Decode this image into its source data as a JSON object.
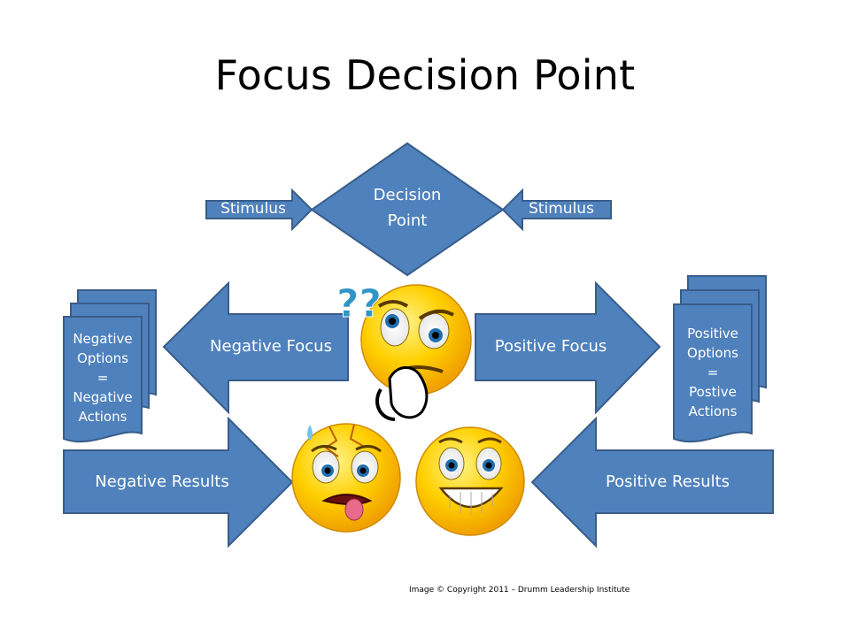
{
  "title": "Focus Decision Point",
  "decision_point": {
    "line1": "Decision",
    "line2": "Point"
  },
  "stimulus_left": "Stimulus",
  "stimulus_right": "Stimulus",
  "negative_focus": "Negative Focus",
  "positive_focus": "Positive Focus",
  "negative_results": "Negative Results",
  "positive_results": "Positive Results",
  "negative_doc": [
    "Negative",
    "Options",
    "=",
    "Negative",
    "Actions"
  ],
  "positive_doc": [
    "Positive",
    "Options",
    "=",
    "Postive",
    "Actions"
  ],
  "copyright": "Image © Copyright 2011 – Drumm Leadership Institute",
  "question_marks": "??",
  "colors": {
    "shape_fill": "#4f81bd",
    "shape_stroke": "#385d8a",
    "face_yellow": "#ffcc00",
    "face_orange": "#f29a00"
  }
}
